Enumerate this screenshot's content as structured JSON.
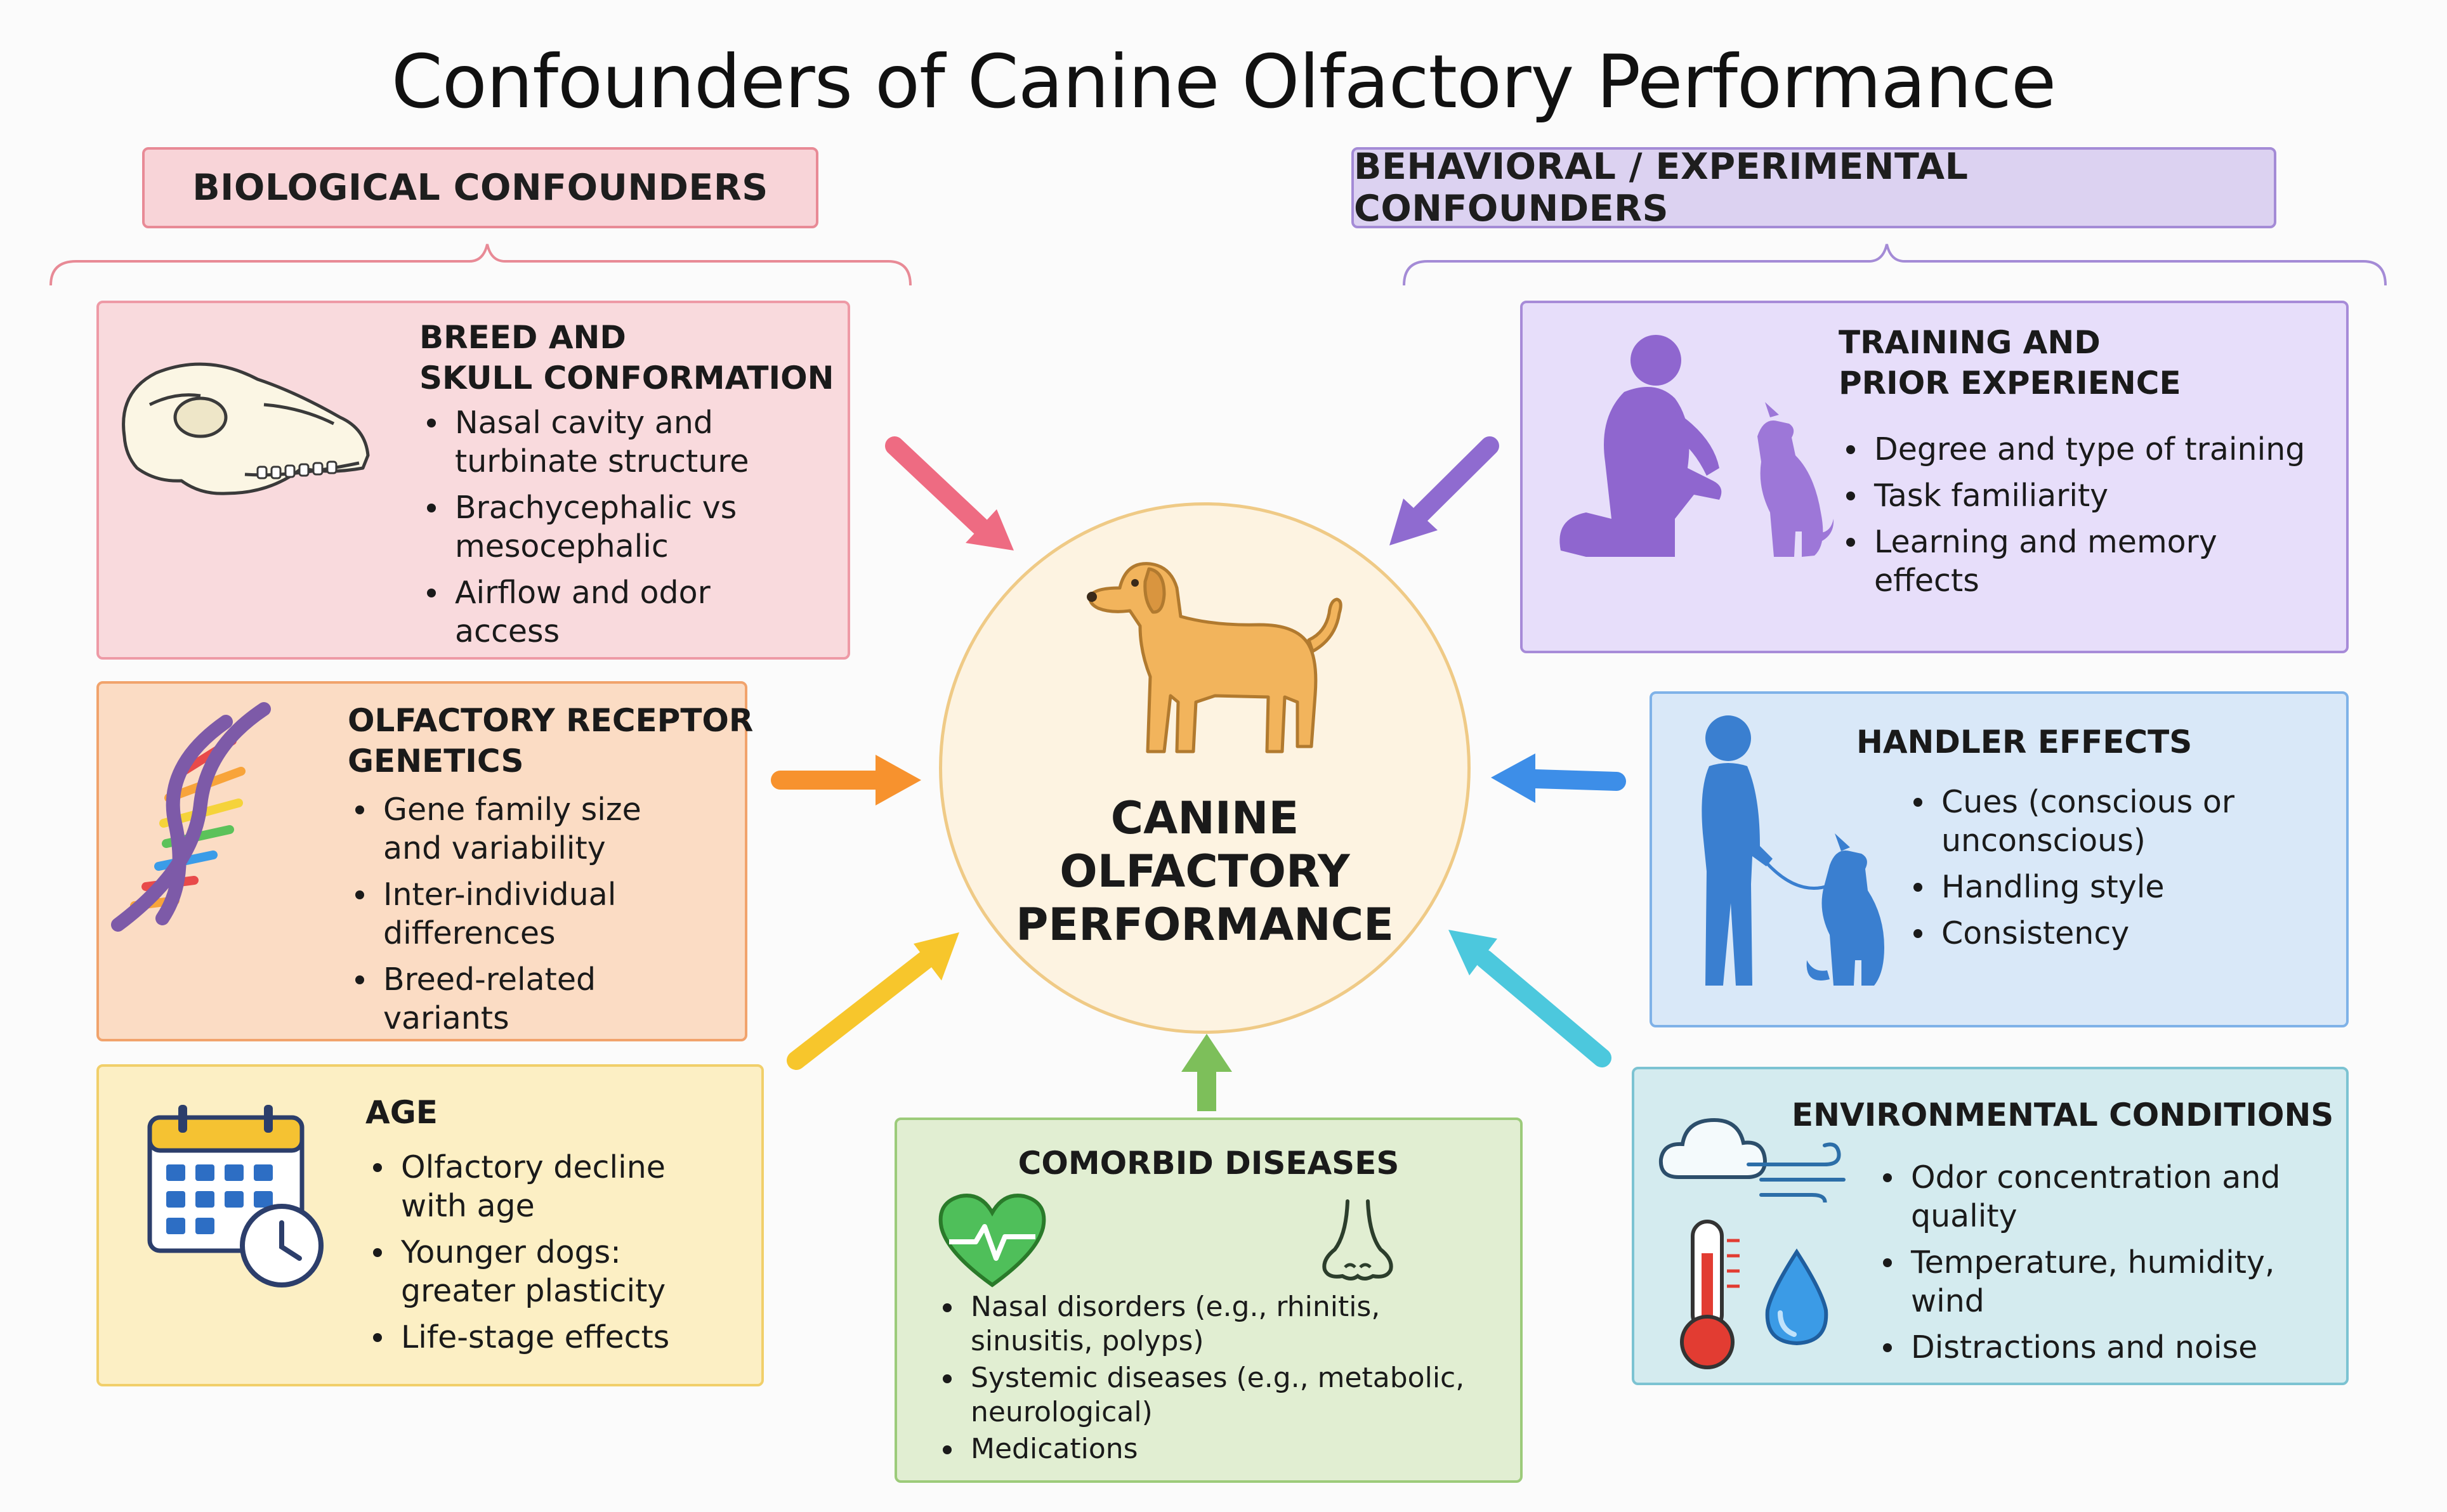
{
  "title": "Confounders of Canine Olfactory Performance",
  "categories": {
    "biological": "BIOLOGICAL CONFOUNDERS",
    "behavioral": "BEHAVIORAL / EXPERIMENTAL CONFOUNDERS"
  },
  "center": {
    "line1": "CANINE",
    "line2": "OLFACTORY",
    "line3": "PERFORMANCE"
  },
  "boxes": {
    "breed": {
      "title1": "BREED AND",
      "title2": "SKULL CONFORMATION",
      "bullets": [
        "Nasal cavity and turbinate structure",
        "Brachycephalic vs mesocephalic",
        "Airflow and odor access"
      ]
    },
    "genetics": {
      "title1": "OLFACTORY RECEPTOR",
      "title2": "GENETICS",
      "bullets": [
        "Gene family size and variability",
        "Inter-individual differences",
        "Breed-related variants"
      ]
    },
    "age": {
      "title": "AGE",
      "bullets": [
        "Olfactory decline with age",
        "Younger dogs: greater plasticity",
        "Life-stage effects"
      ]
    },
    "comorbid": {
      "title": "COMORBID DISEASES",
      "bullets": [
        "Nasal disorders (e.g., rhinitis, sinusitis, polyps)",
        "Systemic diseases (e.g., metabolic, neurological)",
        "Medications"
      ]
    },
    "training": {
      "title1": "TRAINING AND",
      "title2": "PRIOR EXPERIENCE",
      "bullets": [
        "Degree and type of training",
        "Task familiarity",
        "Learning and memory effects"
      ]
    },
    "handler": {
      "title": "HANDLER EFFECTS",
      "bullets": [
        "Cues (conscious or unconscious)",
        "Handling style",
        "Consistency"
      ]
    },
    "environment": {
      "title": "ENVIRONMENTAL CONDITIONS",
      "bullets": [
        "Odor concentration and quality",
        "Temperature, humidity, wind",
        "Distractions and noise"
      ]
    }
  },
  "colors": {
    "breed": "#f9dadd",
    "genetics": "#fbdcc4",
    "age": "#fcefc4",
    "comorbid": "#e1eed2",
    "training": "#e7defa",
    "handler": "#d9e8f8",
    "environment": "#d4ebef"
  }
}
